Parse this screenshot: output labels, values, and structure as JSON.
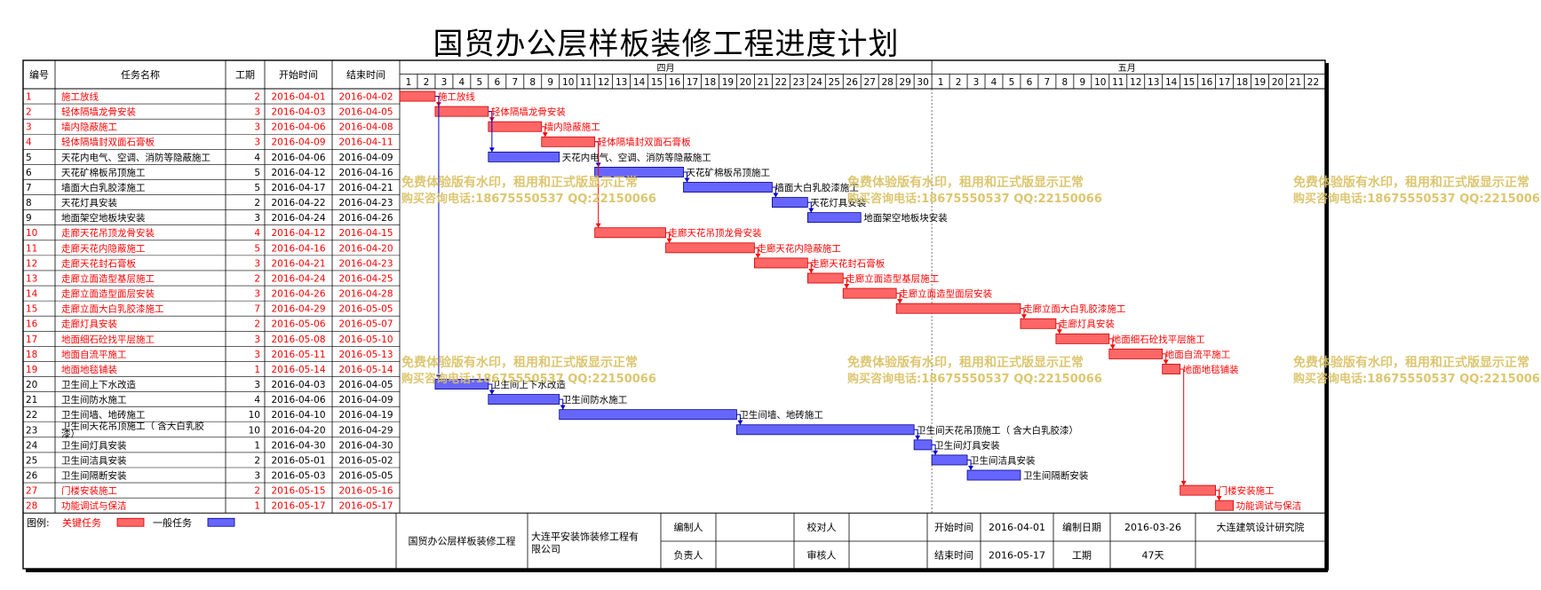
{
  "title": "国贸办公层样板装修工程进度计划",
  "columns": {
    "id": "编号",
    "name": "任务名称",
    "duration": "工期",
    "start": "开始时间",
    "end": "结束时间"
  },
  "months": [
    {
      "name": "四月",
      "days": 30
    },
    {
      "name": "五月",
      "days": 22
    }
  ],
  "timeline_start": "2016-04-01",
  "chart_data": {
    "type": "gantt",
    "title": "国贸办公层样板装修工程进度计划",
    "x_start": "2016-04-01",
    "x_end": "2016-05-22",
    "tasks": [
      {
        "id": "1",
        "name": "施工放线",
        "duration": 2,
        "start": "2016-04-01",
        "end": "2016-04-02",
        "critical": true
      },
      {
        "id": "2",
        "name": "轻体隔墙龙骨安装",
        "duration": 3,
        "start": "2016-04-03",
        "end": "2016-04-05",
        "critical": true
      },
      {
        "id": "3",
        "name": "墙内隐蔽施工",
        "duration": 3,
        "start": "2016-04-06",
        "end": "2016-04-08",
        "critical": true
      },
      {
        "id": "4",
        "name": "轻体隔墙封双面石膏板",
        "duration": 3,
        "start": "2016-04-09",
        "end": "2016-04-11",
        "critical": true
      },
      {
        "id": "5",
        "name": "天花内电气、空调、消防等隐蔽施工",
        "duration": 4,
        "start": "2016-04-06",
        "end": "2016-04-09",
        "critical": false
      },
      {
        "id": "6",
        "name": "天花矿棉板吊顶施工",
        "duration": 5,
        "start": "2016-04-12",
        "end": "2016-04-16",
        "critical": false
      },
      {
        "id": "7",
        "name": "墙面大白乳胶漆施工",
        "duration": 5,
        "start": "2016-04-17",
        "end": "2016-04-21",
        "critical": false
      },
      {
        "id": "8",
        "name": "天花灯具安装",
        "duration": 2,
        "start": "2016-04-22",
        "end": "2016-04-23",
        "critical": false
      },
      {
        "id": "9",
        "name": "地面架空地板块安装",
        "duration": 3,
        "start": "2016-04-24",
        "end": "2016-04-26",
        "critical": false
      },
      {
        "id": "10",
        "name": "走廊天花吊顶龙骨安装",
        "duration": 4,
        "start": "2016-04-12",
        "end": "2016-04-15",
        "critical": true
      },
      {
        "id": "11",
        "name": "走廊天花内隐蔽施工",
        "duration": 5,
        "start": "2016-04-16",
        "end": "2016-04-20",
        "critical": true
      },
      {
        "id": "12",
        "name": "走廊天花封石膏板",
        "duration": 3,
        "start": "2016-04-21",
        "end": "2016-04-23",
        "critical": true
      },
      {
        "id": "13",
        "name": "走廊立面造型基层施工",
        "duration": 2,
        "start": "2016-04-24",
        "end": "2016-04-25",
        "critical": true
      },
      {
        "id": "14",
        "name": "走廊立面造型面层安装",
        "duration": 3,
        "start": "2016-04-26",
        "end": "2016-04-28",
        "critical": true
      },
      {
        "id": "15",
        "name": "走廊立面大白乳胶漆施工",
        "duration": 7,
        "start": "2016-04-29",
        "end": "2016-05-05",
        "critical": true
      },
      {
        "id": "16",
        "name": "走廊灯具安装",
        "duration": 2,
        "start": "2016-05-06",
        "end": "2016-05-07",
        "critical": true
      },
      {
        "id": "17",
        "name": "地面细石砼找平层施工",
        "duration": 3,
        "start": "2016-05-08",
        "end": "2016-05-10",
        "critical": true
      },
      {
        "id": "18",
        "name": "地面自流平施工",
        "duration": 3,
        "start": "2016-05-11",
        "end": "2016-05-13",
        "critical": true
      },
      {
        "id": "19",
        "name": "地面地毯铺装",
        "duration": 1,
        "start": "2016-05-14",
        "end": "2016-05-14",
        "critical": true
      },
      {
        "id": "20",
        "name": "卫生间上下水改造",
        "duration": 3,
        "start": "2016-04-03",
        "end": "2016-04-05",
        "critical": false
      },
      {
        "id": "21",
        "name": "卫生间防水施工",
        "duration": 4,
        "start": "2016-04-06",
        "end": "2016-04-09",
        "critical": false
      },
      {
        "id": "22",
        "name": "卫生间墙、地砖施工",
        "duration": 10,
        "start": "2016-04-10",
        "end": "2016-04-19",
        "critical": false
      },
      {
        "id": "23",
        "name": "卫生间天花吊顶施工（ 含大白乳胶漆）",
        "duration": 10,
        "start": "2016-04-20",
        "end": "2016-04-29",
        "critical": false
      },
      {
        "id": "24",
        "name": "卫生间灯具安装",
        "duration": 1,
        "start": "2016-04-30",
        "end": "2016-04-30",
        "critical": false
      },
      {
        "id": "25",
        "name": "卫生间洁具安装",
        "duration": 2,
        "start": "2016-05-01",
        "end": "2016-05-02",
        "critical": false
      },
      {
        "id": "26",
        "name": "卫生间隔断安装",
        "duration": 3,
        "start": "2016-05-03",
        "end": "2016-05-05",
        "critical": false
      },
      {
        "id": "27",
        "name": "门楼安装施工",
        "duration": 2,
        "start": "2016-05-15",
        "end": "2016-05-16",
        "critical": true
      },
      {
        "id": "28",
        "name": "功能调试与保洁",
        "duration": 1,
        "start": "2016-05-17",
        "end": "2016-05-17",
        "critical": true
      }
    ]
  },
  "legend": {
    "label": "图例:",
    "critical": "关键任务",
    "normal": "一般任务"
  },
  "footer": {
    "project": "国贸办公层样板装修工程",
    "company": "大连平安装饰装修工程有限公司",
    "compiler_label": "编制人",
    "compiler_value": "",
    "checker_label": "校对人",
    "checker_value": "",
    "manager_label": "负责人",
    "manager_value": "",
    "reviewer_label": "审核人",
    "reviewer_value": "",
    "start_label": "开始时间",
    "start_value": "2016-04-01",
    "end_label": "结束时间",
    "end_value": "2016-05-17",
    "date_label": "编制日期",
    "date_value": "2016-03-26",
    "duration_label": "工期",
    "duration_value": "47天",
    "institute": "大连建筑设计研究院"
  },
  "watermark": {
    "line1": "免费体验版有水印，租用和正式版显示正常",
    "line2": "购买咨询电话:18675550537 QQ:22150066"
  },
  "colors": {
    "critical": "#ff6666",
    "critical_text": "#ff0000",
    "normal": "#6666ff",
    "normal_text": "#000000",
    "link": "#0000cc",
    "link_critical": "#ff0000",
    "watermark": "#d8c060"
  }
}
